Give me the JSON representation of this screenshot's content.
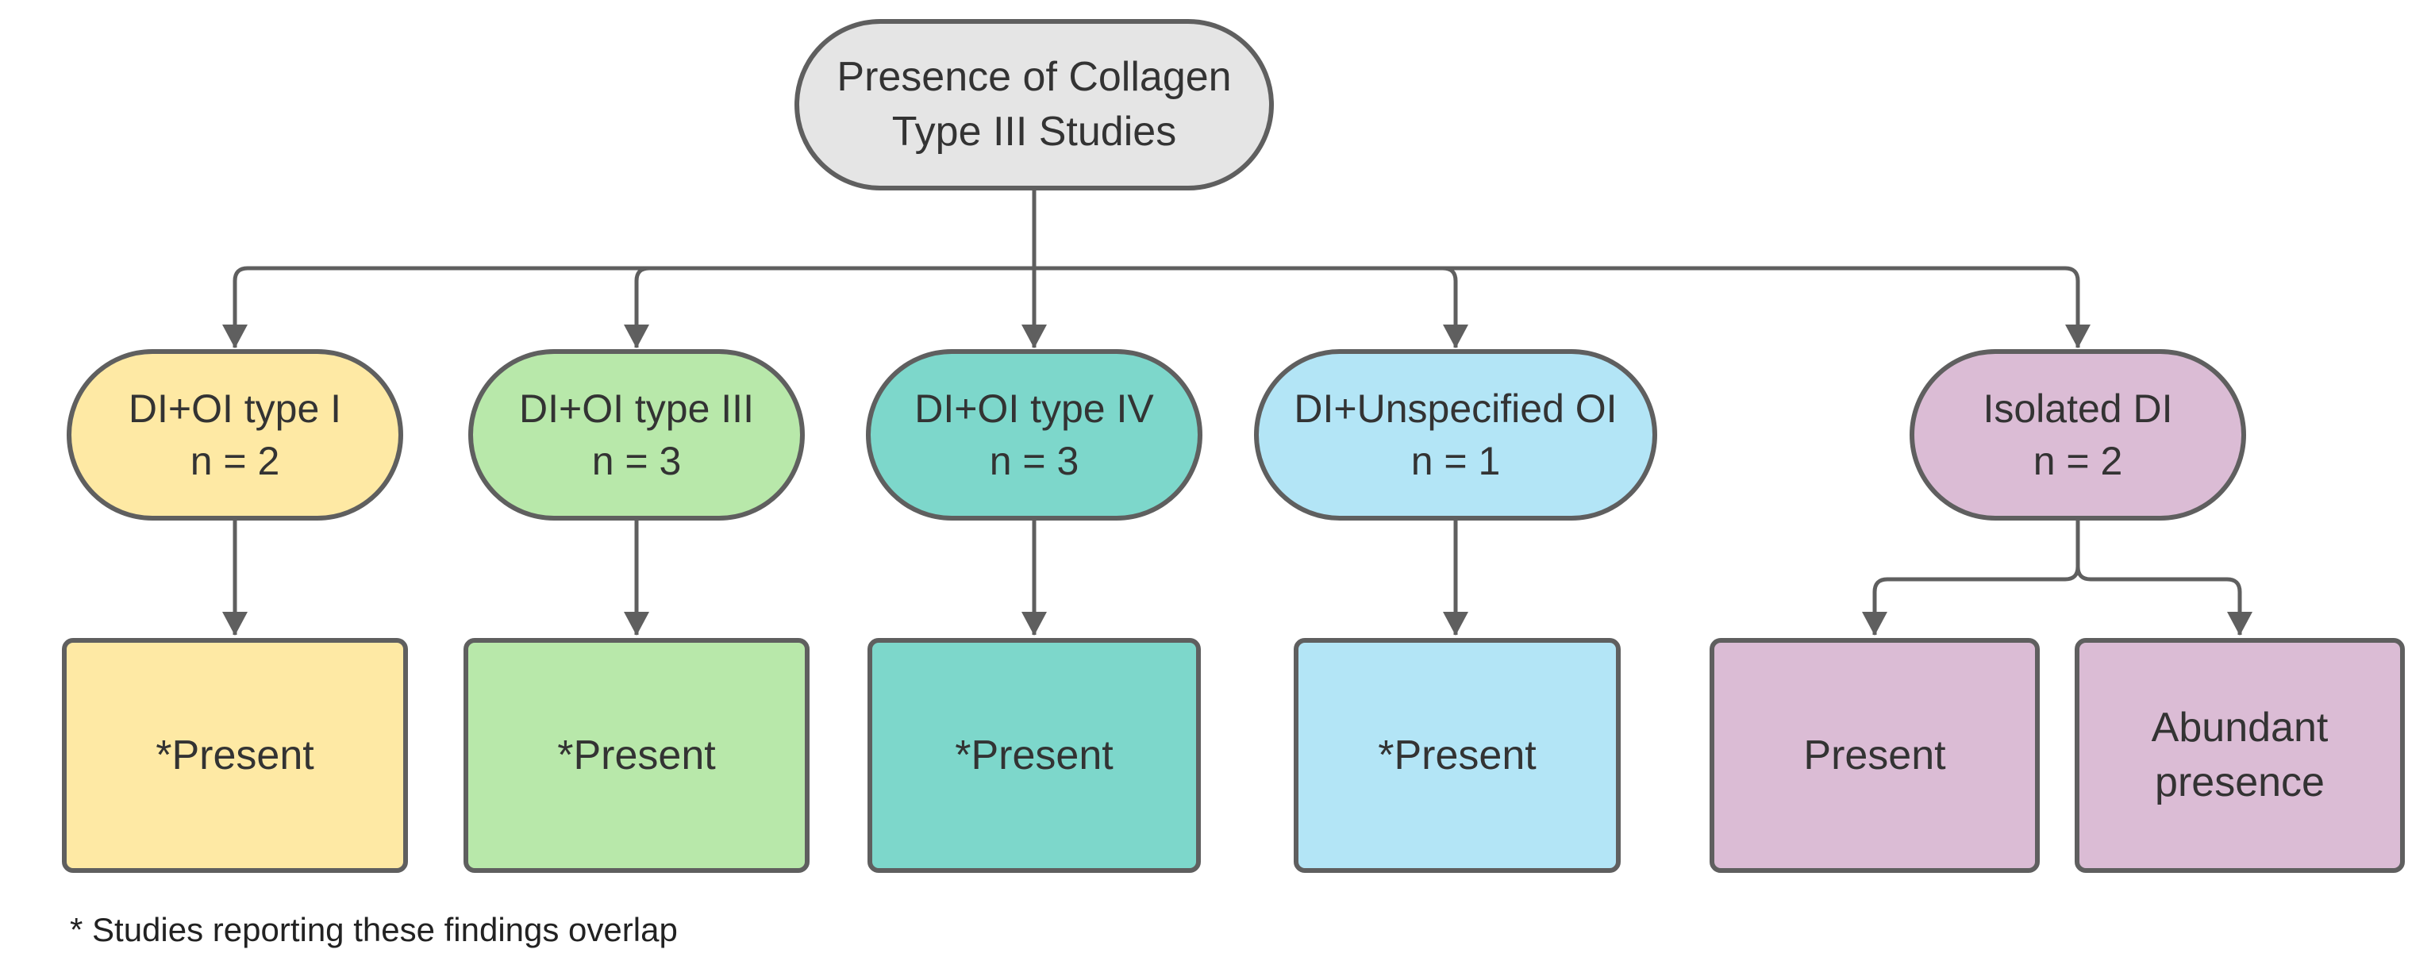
{
  "root": {
    "line1": "Presence of Collagen",
    "line2": "Type III Studies",
    "color": "#e5e5e5"
  },
  "categories": [
    {
      "name": "DI+OI type I",
      "count": "n = 2",
      "color": "#fee9a4"
    },
    {
      "name": "DI+OI type III",
      "count": "n = 3",
      "color": "#b8e8aa"
    },
    {
      "name": "DI+OI type IV",
      "count": "n = 3",
      "color": "#7dd7cb"
    },
    {
      "name": "DI+Unspecified OI",
      "count": "n = 1",
      "color": "#b3e5f6"
    },
    {
      "name": "Isolated DI",
      "count": "n = 2",
      "color": "#dbbcd5"
    }
  ],
  "results": [
    {
      "line1": "*Present",
      "line2": ""
    },
    {
      "line1": "*Present",
      "line2": ""
    },
    {
      "line1": "*Present",
      "line2": ""
    },
    {
      "line1": "*Present",
      "line2": ""
    },
    {
      "line1": "Present",
      "line2": ""
    },
    {
      "line1": "Abundant",
      "line2": "presence"
    }
  ],
  "footnote": "* Studies reporting these findings overlap",
  "colors": {
    "stroke": "#5f5f5f",
    "text": "#333333"
  }
}
